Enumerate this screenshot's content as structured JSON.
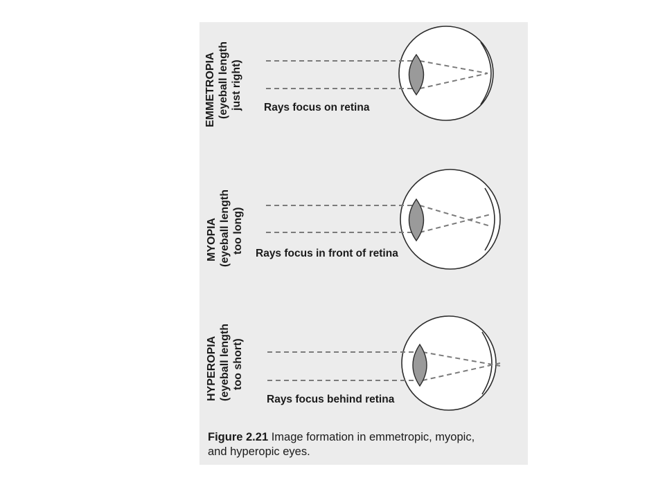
{
  "panels": [
    {
      "condition": "EMMETROPIA",
      "detail_line1": "(eyeball length",
      "detail_line2": "just right)",
      "caption": "Rays focus on retina"
    },
    {
      "condition": "MYOPIA",
      "detail_line1": "(eyeball length",
      "detail_line2": "too long)",
      "caption": "Rays focus in front of retina"
    },
    {
      "condition": "HYPEROPIA",
      "detail_line1": "(eyeball length",
      "detail_line2": "too short)",
      "caption": "Rays focus behind retina"
    }
  ],
  "figure": {
    "number": "Figure 2.21",
    "caption_line1": "Image formation in emmetropic, myopic,",
    "caption_line2": "and hyperopic eyes."
  },
  "colors": {
    "panel_background": "#ececec",
    "lens_fill": "#9a9a9a",
    "ray_color": "#7a7a7a"
  }
}
